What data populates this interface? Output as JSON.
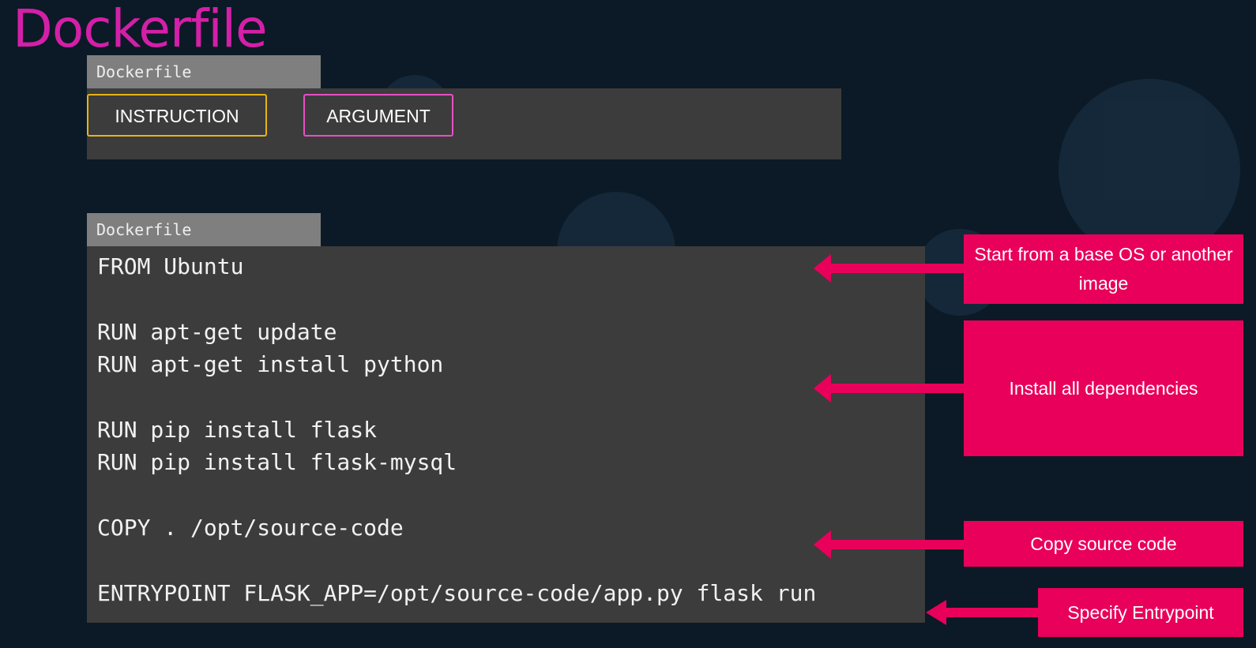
{
  "slide": {
    "title": "Dockerfile"
  },
  "syntax_example": {
    "tab_label": "Dockerfile",
    "instruction_label": "INSTRUCTION",
    "argument_label": "ARGUMENT"
  },
  "code_example": {
    "tab_label": "Dockerfile",
    "lines": [
      "FROM Ubuntu",
      "RUN apt-get update",
      "RUN apt-get install python",
      "RUN pip install flask",
      "RUN pip install flask-mysql",
      "COPY . /opt/source-code",
      "ENTRYPOINT FLASK_APP=/opt/source-code/app.py flask run"
    ]
  },
  "annotations": {
    "base_os": "Start from a base OS or another image",
    "dependencies": "Install all dependencies",
    "copy_source": "Copy source code",
    "entrypoint": "Specify Entrypoint"
  },
  "colors": {
    "title": "#d41fa8",
    "instruction_border": "#e7b416",
    "argument_border": "#e74fc4",
    "callout": "#e8005a",
    "panel": "#3c3c3c",
    "tab": "#7f7f7f"
  }
}
